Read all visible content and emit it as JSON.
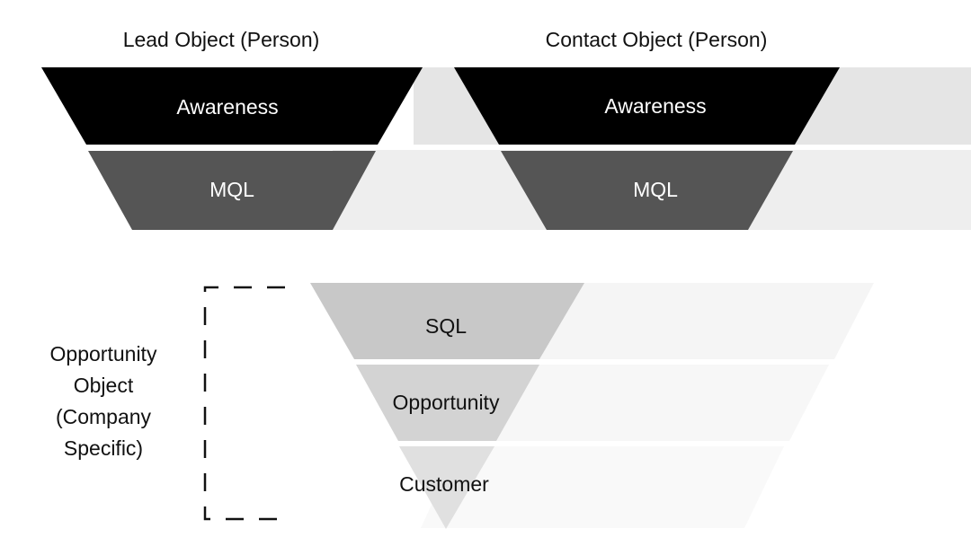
{
  "diagram": {
    "lead_title": "Lead Object (Person)",
    "contact_title": "Contact Object (Person)",
    "lead_stages": [
      "Awareness",
      "MQL"
    ],
    "contact_stages": [
      "Awareness",
      "MQL"
    ],
    "opportunity_label": [
      "Opportunity",
      "Object",
      "(Company",
      "Specific)"
    ],
    "opportunity_stages": [
      "SQL",
      "Opportunity",
      "Customer"
    ]
  },
  "colors": {
    "awareness": "#000000",
    "mql": "#555555",
    "sql": "#c8c8c8",
    "opportunity": "#d3d3d3",
    "customer": "#e0e0e0",
    "ghost_band_top": "#e5e5e5",
    "ghost_band_bottom": "#eeeeee"
  }
}
